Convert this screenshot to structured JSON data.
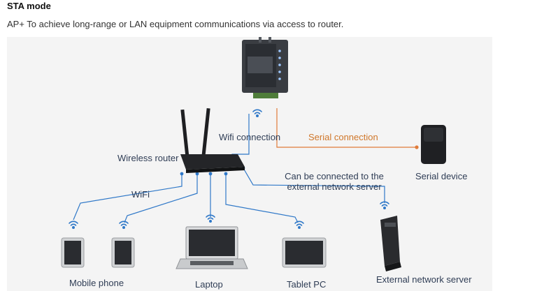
{
  "header": {
    "title": "STA mode",
    "subtitle": "AP+ To achieve long-range or LAN equipment communications via access to router."
  },
  "diagram": {
    "labels": {
      "wireless_router": "Wireless router",
      "wifi_connection": "Wifi connection",
      "serial_connection": "Serial connection",
      "serial_device": "Serial device",
      "external_line1": "Can be connected to the",
      "external_line2": "external network server",
      "wifi": "WiFi",
      "mobile_phone": "Mobile phone",
      "laptop": "Laptop",
      "tablet_pc": "Tablet PC",
      "external_network_server": "External network server"
    },
    "colors": {
      "line_blue": "#2f78c8",
      "line_orange": "#e07b39",
      "label_text": "#2f3d55",
      "background": "#f4f4f4"
    }
  }
}
